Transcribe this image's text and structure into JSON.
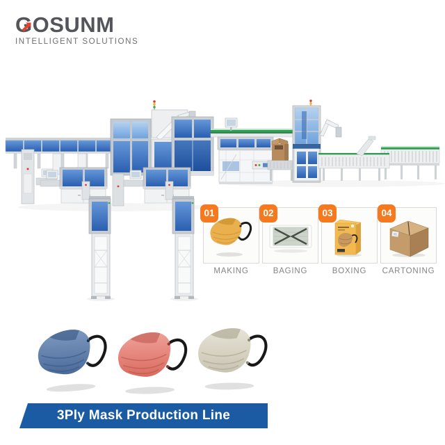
{
  "page": {
    "background": "#ffffff",
    "kind": "mask production line product showcase"
  },
  "logo": {
    "text": "GOSUNM",
    "tagline": "INTELLIGENT SOLUTIONS",
    "text_color": "#54555a",
    "arrow_color": "#e6402d"
  },
  "machinery": {
    "description": "automatic 3-ply mask production line with making machines, conveyors, robot arms, case packer and carton conveyors",
    "glass_color": "#3a6fbe",
    "glass_light_color": "#8db6e6",
    "frame_color": "#cdd2d6",
    "belt_color": "#2f9e52",
    "carton_color": "#b78b5c",
    "indicator_red": "#e0392e",
    "indicator_green": "#3fae49",
    "indicator_yellow": "#f0b429"
  },
  "process_steps": {
    "badge_color": "#f4791f",
    "label_color": "#848484",
    "steps": [
      {
        "number": "01",
        "label": "MAKING"
      },
      {
        "number": "02",
        "label": "BAGING"
      },
      {
        "number": "03",
        "label": "BOXING"
      },
      {
        "number": "04",
        "label": "CARTONING"
      }
    ]
  },
  "masks": {
    "items": [
      {
        "name": "blue mask",
        "color": "#5b7ba8"
      },
      {
        "name": "coral mask",
        "color": "#e2857b"
      },
      {
        "name": "beige mask",
        "color": "#d9d5c6"
      }
    ],
    "ear_loop_color": "#181818"
  },
  "banner": {
    "title": "3Ply Mask Production Line",
    "background_color": "#1a5ba4",
    "text_color": "#ffffff"
  }
}
